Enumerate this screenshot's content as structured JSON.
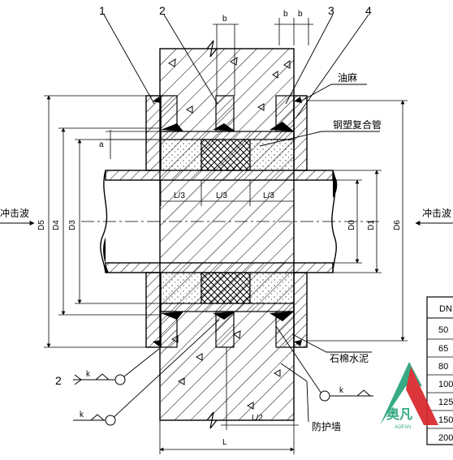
{
  "callouts": {
    "c1": "1",
    "c2": "2",
    "c3": "3",
    "c4": "4",
    "c2_lower": "2"
  },
  "dimensions": {
    "b1": "b",
    "b2": "b",
    "b3": "b",
    "a": "a",
    "l3_left": "L/3",
    "l3_mid": "L/3",
    "l3_right": "L/3",
    "l2": "L/2",
    "l": "L",
    "d5": "D5",
    "d4": "D4",
    "d3": "D3",
    "d0": "D0",
    "d1": "D1",
    "d6": "D6"
  },
  "labels": {
    "oil_hemp": "油麻",
    "steel_plastic_pipe": "钢塑复合管",
    "asbestos_cement": "石棉水泥",
    "protective_wall": "防护墙",
    "shock_wave_left": "冲击波",
    "shock_wave_right": "冲击波"
  },
  "weld": {
    "k1": "k",
    "k2": "k",
    "k3": "k"
  },
  "table": {
    "header": "DN",
    "rows": [
      "50",
      "65",
      "80",
      "100",
      "125",
      "150",
      "200"
    ]
  },
  "logo": {
    "text": "奥凡",
    "sub": "AOFAN",
    "color_green": "#27a37a",
    "color_red": "#d8262b"
  }
}
